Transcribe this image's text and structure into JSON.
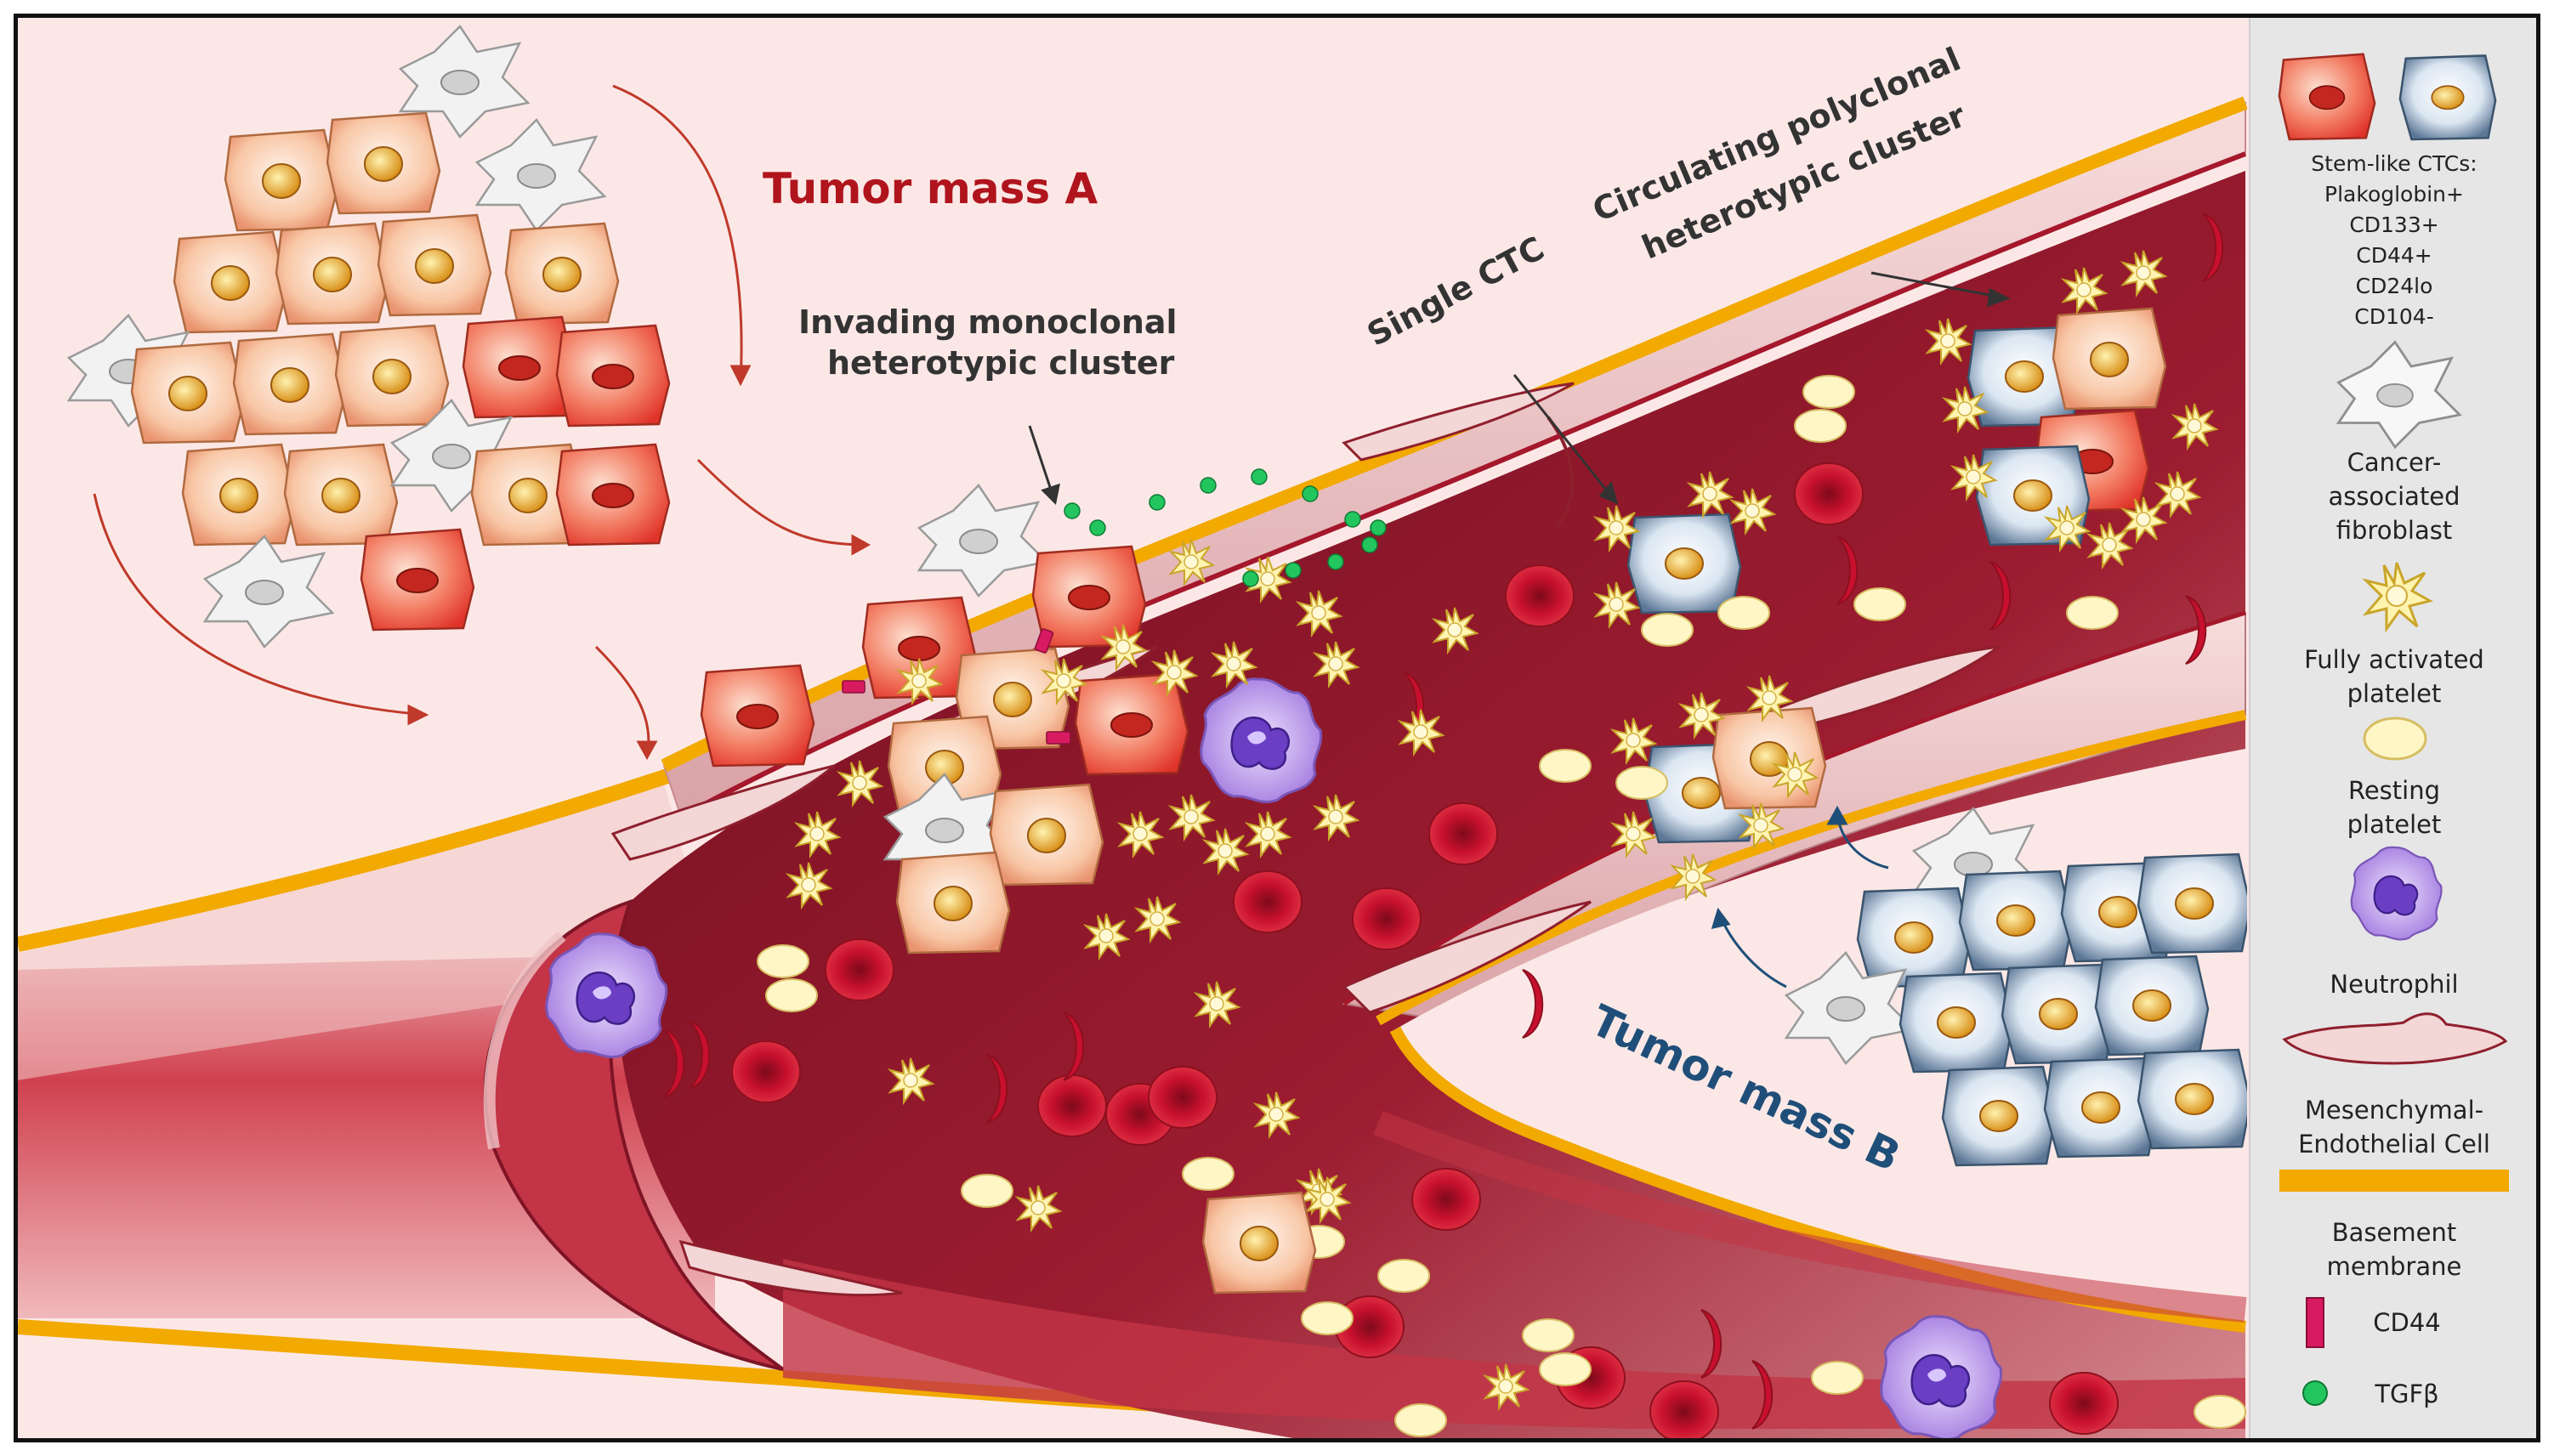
{
  "labels": {
    "tumor_mass_a": "Tumor mass A",
    "invading_line1": "Invading monoclonal",
    "invading_line2": "heterotypic cluster",
    "single_ctc": "Single CTC",
    "circulating_line1": "Circulating polyclonal",
    "circulating_line2": "heterotypic cluster",
    "tumor_mass_b": "Tumor mass B"
  },
  "legend": {
    "stem_title": "Stem-like CTCs:",
    "stem_markers": [
      "Plakoglobin+",
      "CD133+",
      "CD44+",
      "CD24lo",
      "CD104-"
    ],
    "fibroblast": [
      "Cancer-",
      "associated",
      "fibroblast"
    ],
    "activated_platelet": [
      "Fully activated",
      "platelet"
    ],
    "resting_platelet": [
      "Resting",
      "platelet"
    ],
    "neutrophil": [
      "Neutrophil"
    ],
    "endothelial": [
      "Mesenchymal-",
      "Endothelial Cell"
    ],
    "basement": [
      "Basement",
      "membrane"
    ],
    "cd44": "CD44",
    "tgfb": "TGFβ"
  },
  "colors": {
    "background": "#fbe8e6",
    "vessel_wall": "#b32436",
    "vessel_lumen": "#7e1426",
    "basement_membrane": "#f2a900",
    "rbc": "#c8102e",
    "platelet": "#fff3b0",
    "neutrophil": "#b995e8",
    "tgfb": "#22c55e",
    "cd44": "#d81b60",
    "tumor_a_label": "#b0141c",
    "tumor_b_label": "#1f4e79"
  },
  "icons": [
    "tumor-cell-icon",
    "stem-cell-icon",
    "fibroblast-icon",
    "activated-platelet-icon",
    "resting-platelet-icon",
    "neutrophil-icon",
    "endothelial-cell-icon",
    "basement-membrane-icon",
    "cd44-icon",
    "tgfb-icon",
    "red-blood-cell-icon"
  ]
}
